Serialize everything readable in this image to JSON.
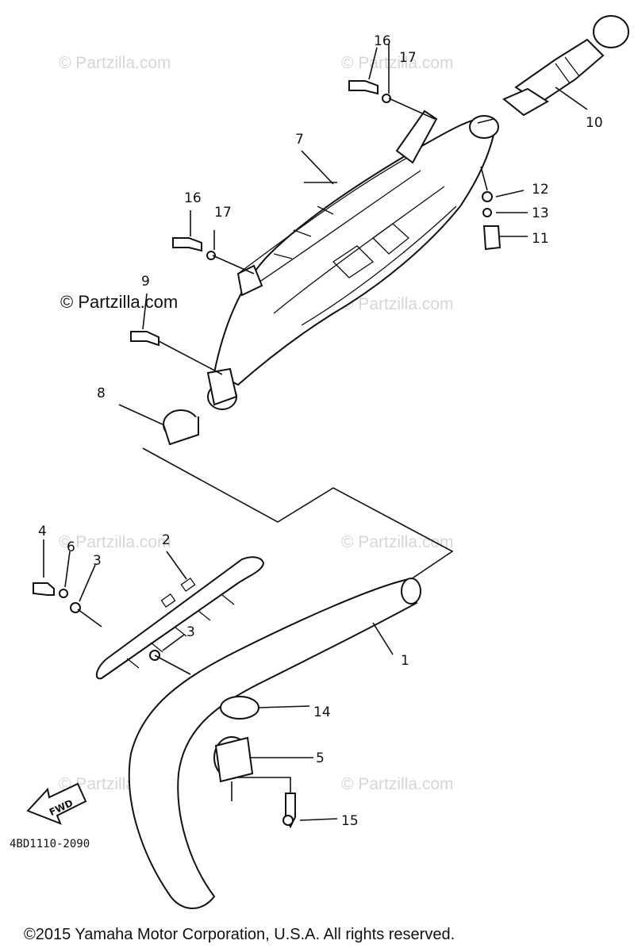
{
  "watermarks": {
    "faint": "© Partzilla.com",
    "strong": "© Partzilla.com"
  },
  "callouts": {
    "c1": "1",
    "c2": "2",
    "c3a": "3",
    "c3b": "3",
    "c4": "4",
    "c5": "5",
    "c6": "6",
    "c7": "7",
    "c8": "8",
    "c9": "9",
    "c10": "10",
    "c11": "11",
    "c12": "12",
    "c13": "13",
    "c14": "14",
    "c15": "15",
    "c16a": "16",
    "c16b": "16",
    "c17a": "17",
    "c17b": "17"
  },
  "fwd_label": "FWD",
  "diagram_code": "4BD1110-2090",
  "copyright": "©2015 Yamaha Motor Corporation, U.S.A. All rights reserved.",
  "colors": {
    "ink": "#111111",
    "watermark": "#d6d6d6",
    "background": "#ffffff"
  }
}
